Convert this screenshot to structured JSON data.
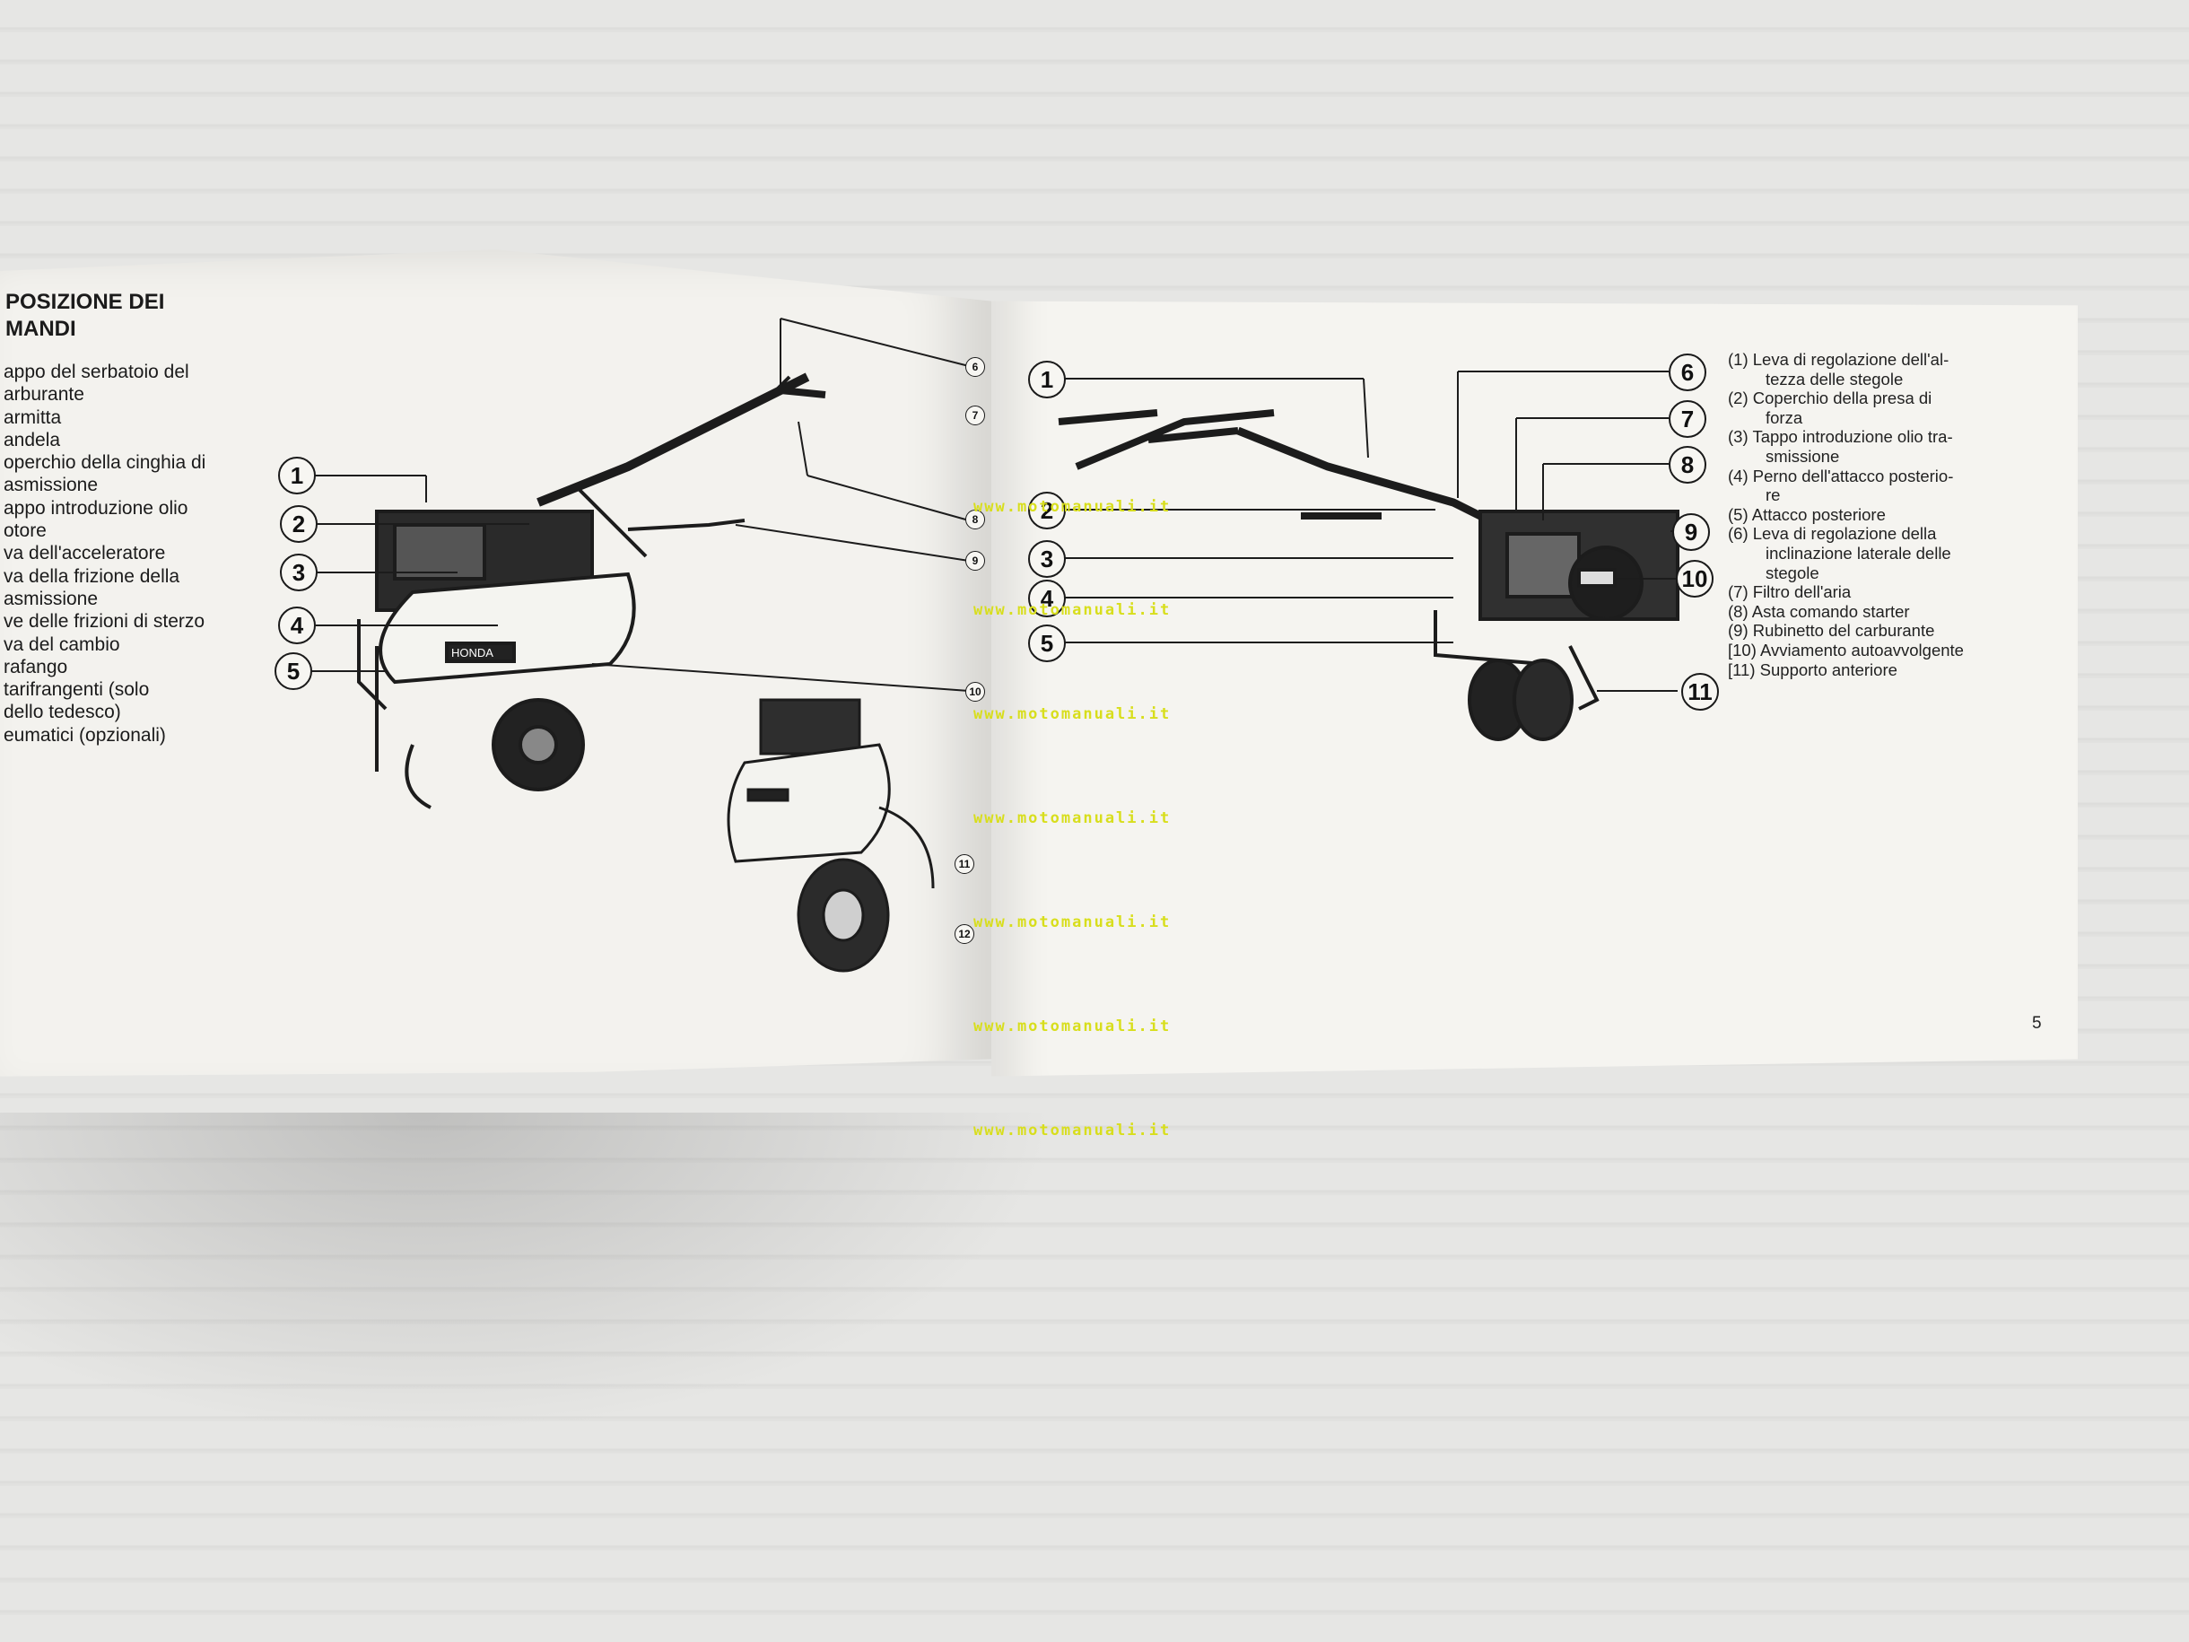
{
  "left_page": {
    "heading": [
      "POSIZIONE DEI",
      "MANDI"
    ],
    "items": [
      "appo del serbatoio del",
      "arburante",
      "armitta",
      "andela",
      "operchio della cinghia di",
      "asmissione",
      "appo introduzione olio",
      "otore",
      "va dell'acceleratore",
      "va della frizione della",
      "asmissione",
      "ve delle frizioni di sterzo",
      "va del cambio",
      "rafango",
      "tarifrangenti (solo",
      "dello tedesco)",
      "eumatici (opzionali)"
    ],
    "callouts": [
      "1",
      "2",
      "3",
      "4",
      "5"
    ],
    "small_callouts": [
      "6",
      "7",
      "8",
      "9",
      "10",
      "11",
      "12"
    ],
    "badge_text": "HONDA"
  },
  "right_page": {
    "items": [
      {
        "num": "(1)",
        "text": "Leva di regolazione dell'al-"
      },
      {
        "num": "",
        "text": "tezza delle stegole"
      },
      {
        "num": "(2)",
        "text": "Coperchio della presa di"
      },
      {
        "num": "",
        "text": "forza"
      },
      {
        "num": "(3)",
        "text": "Tappo introduzione olio tra-"
      },
      {
        "num": "",
        "text": "smissione"
      },
      {
        "num": "(4)",
        "text": "Perno dell'attacco posterio-"
      },
      {
        "num": "",
        "text": "re"
      },
      {
        "num": "(5)",
        "text": "Attacco posteriore"
      },
      {
        "num": "(6)",
        "text": "Leva di regolazione della"
      },
      {
        "num": "",
        "text": "inclinazione laterale delle"
      },
      {
        "num": "",
        "text": "stegole"
      },
      {
        "num": "(7)",
        "text": "Filtro dell'aria"
      },
      {
        "num": "(8)",
        "text": "Asta comando starter"
      },
      {
        "num": "(9)",
        "text": "Rubinetto del carburante"
      },
      {
        "num": "[10)",
        "text": "Avviamento autoavvolgente"
      },
      {
        "num": "[11)",
        "text": "Supporto anteriore"
      }
    ],
    "callouts": [
      "1",
      "2",
      "3",
      "4",
      "5",
      "6",
      "7",
      "8",
      "9",
      "10",
      "11"
    ],
    "page_number": "5"
  },
  "watermark": "www.motomanuali.it"
}
